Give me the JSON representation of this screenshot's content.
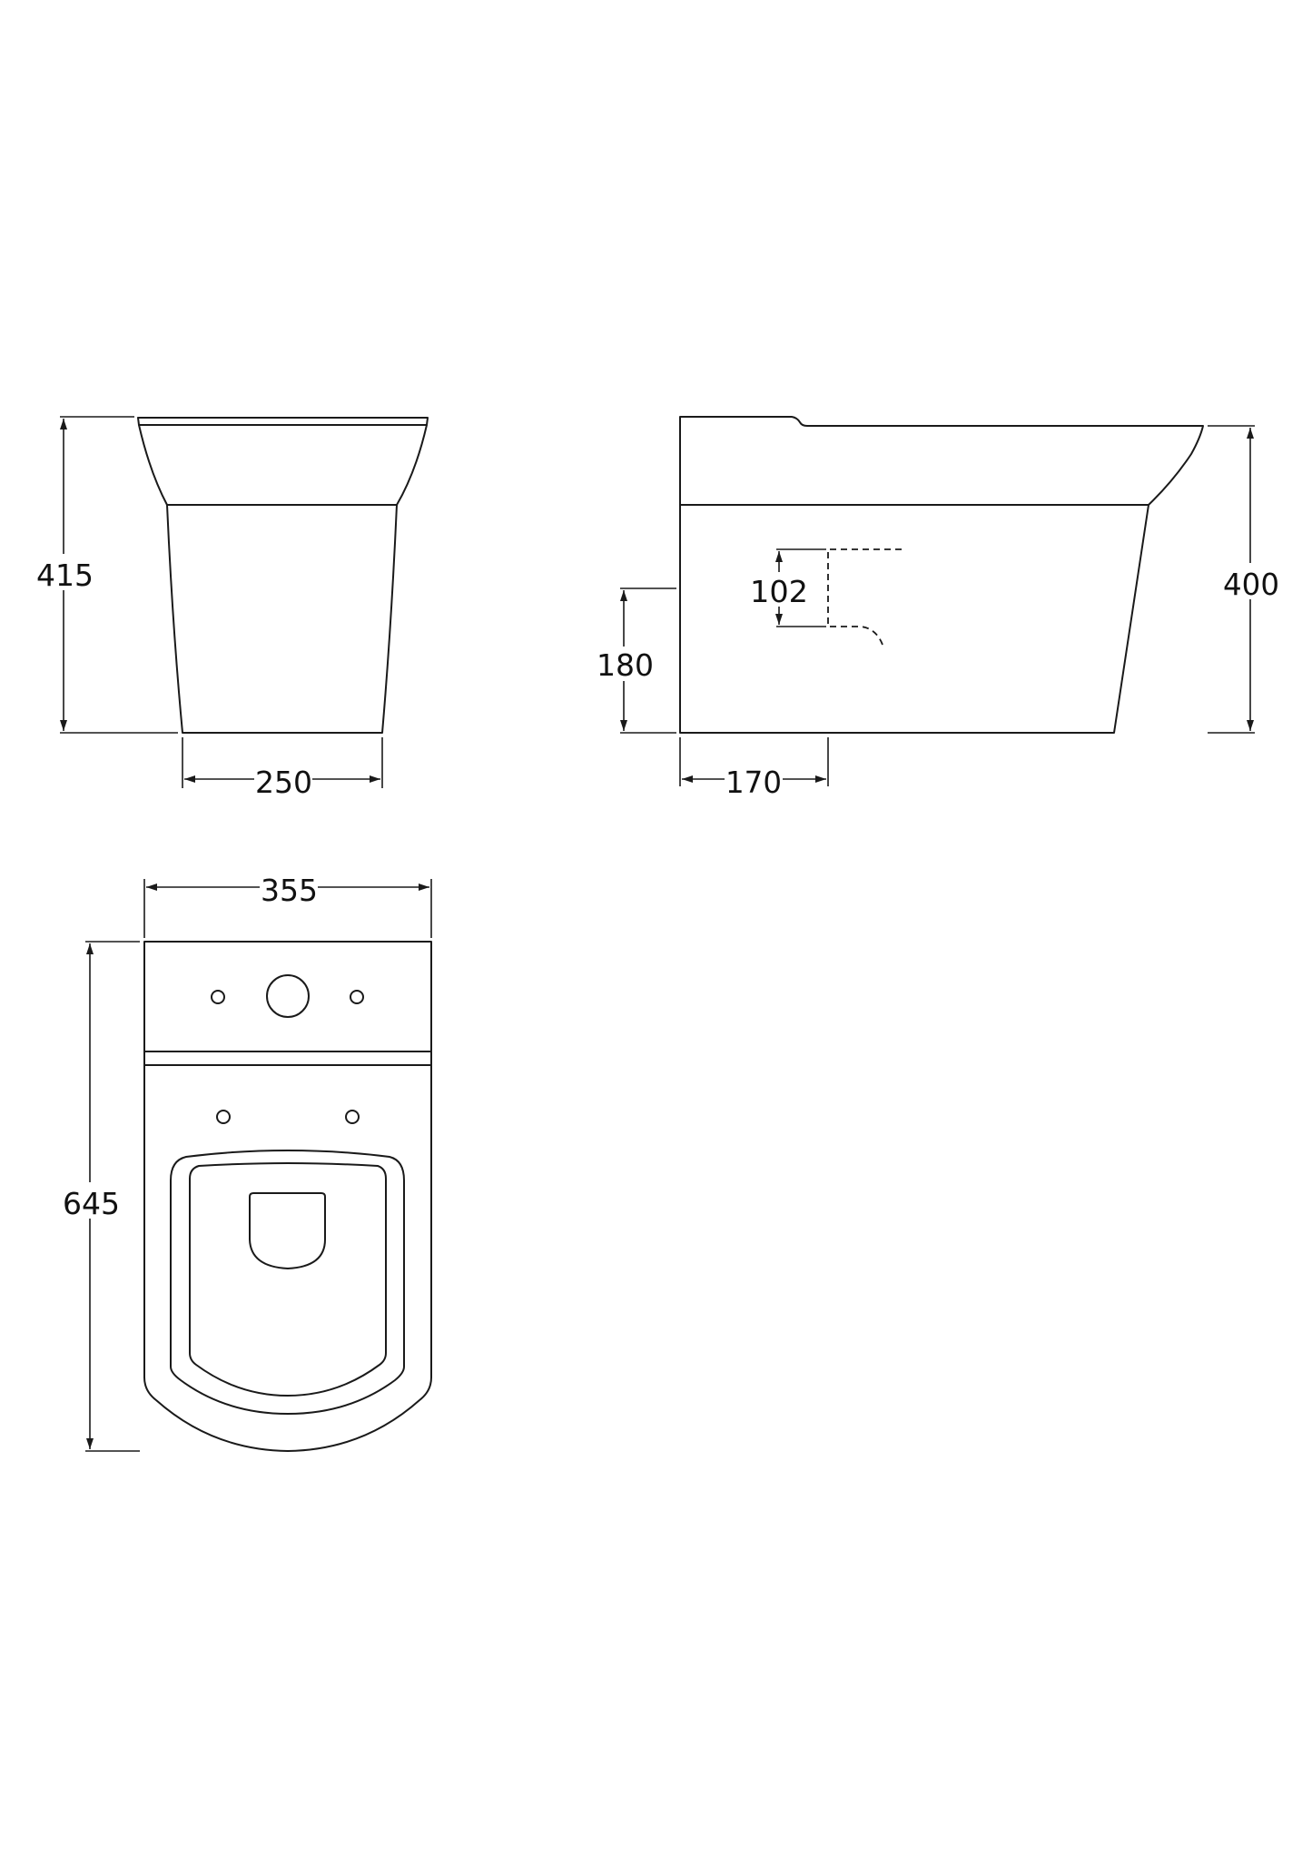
{
  "drawing": {
    "type": "technical-dimension-drawing",
    "subject": "close-coupled toilet",
    "units": "mm",
    "line_color": "#1a1a1a",
    "background": "#ffffff"
  },
  "views": {
    "front": {
      "dimensions": {
        "height": "415",
        "base_width": "250"
      }
    },
    "side": {
      "dimensions": {
        "height": "400",
        "inlet_height": "180",
        "outlet_height": "102",
        "outlet_offset": "170"
      }
    },
    "plan": {
      "dimensions": {
        "width": "355",
        "depth": "645"
      }
    }
  }
}
